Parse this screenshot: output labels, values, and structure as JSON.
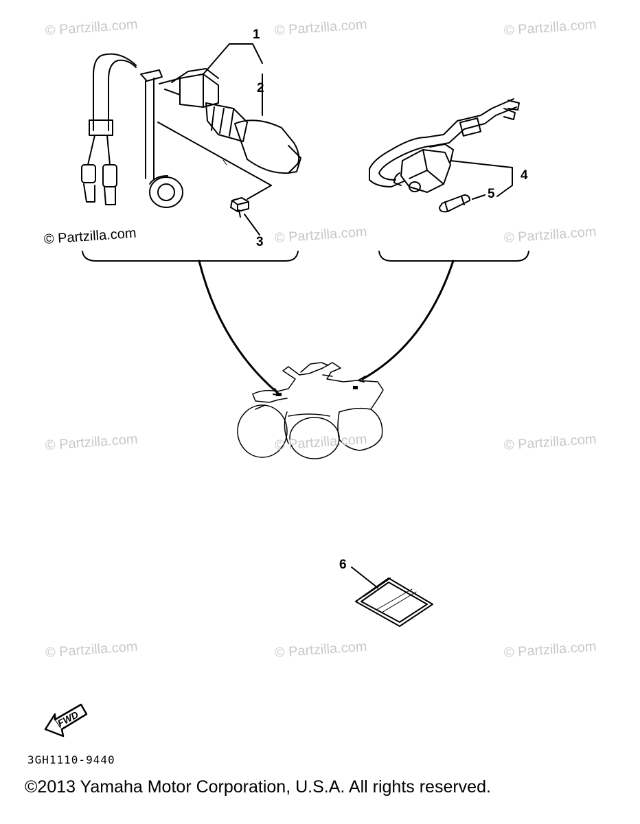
{
  "watermark": "© Partzilla.com",
  "callouts": {
    "part_1": "1",
    "part_2": "2",
    "part_3": "3",
    "part_4": "4",
    "part_5": "5",
    "part_6": "6"
  },
  "fwd_badge": "FWD",
  "diagram_code": "3GH1110-9440",
  "copyright": "©2013  Yamaha Motor Corporation, U.S.A. All rights reserved.",
  "colors": {
    "line": "#000000",
    "watermark": "#c8c8c8",
    "background": "#ffffff"
  },
  "icons": [
    "ignition-switch-icon",
    "starter-relay-icon",
    "fuse-icon",
    "bolt-icon",
    "atv-outline-icon",
    "manual-icon",
    "fwd-arrow-icon"
  ]
}
